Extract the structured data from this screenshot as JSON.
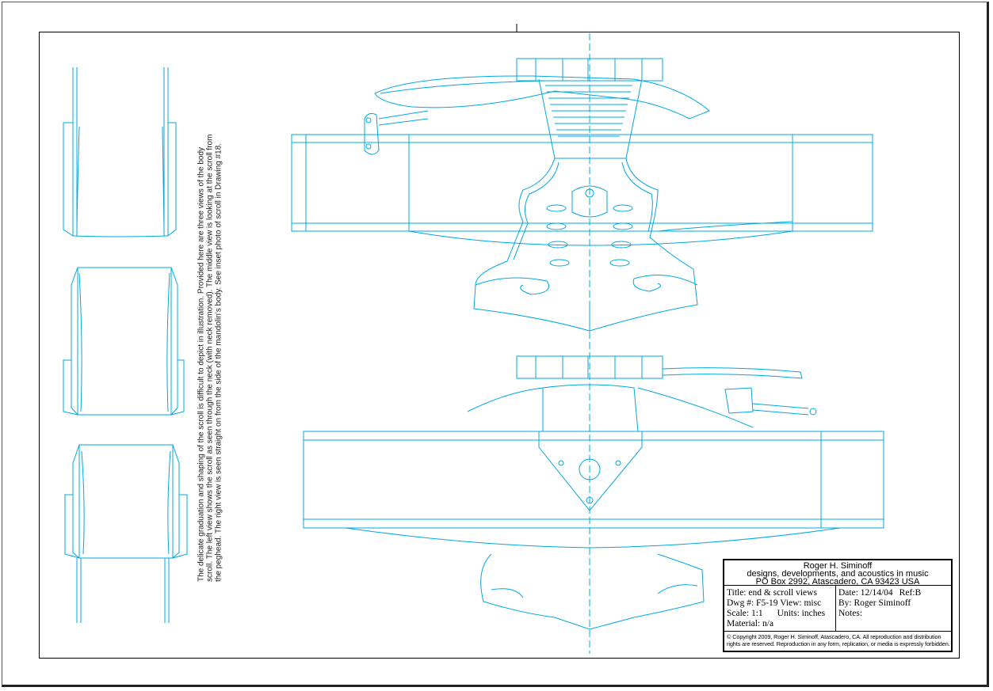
{
  "caption": {
    "lines": [
      "The delicate graduation and shaping of the scroll is difficult to depict in illustration. Provided here are three views of the body",
      "scroll. The left view shows the scroll as seen through the neck (with neck removed). The middle view is looking at the scroll from",
      "the peghead. The right view is seen straight on from the side of the mandolin's body. See inset photo of scroll in  Drawing #18."
    ]
  },
  "title_block": {
    "header": {
      "name": "Roger H. Siminoff",
      "tagline": "designs, developments, and acoustics in music",
      "address": "PO Box 2992, Atascadero, CA 93423 USA"
    },
    "title": "Title:  end & scroll views",
    "dwg": "Dwg #:  F5-19",
    "view": "View:  misc",
    "scale": "Scale:  1:1",
    "units": "Units:  inches",
    "material": "Material:  n/a",
    "date": "Date:  12/14/04",
    "ref": "Ref:B",
    "by": "By:  Roger Siminoff",
    "notes": "Notes:",
    "copyright": [
      "© Copyright 2009, Roger H. Siminoff, Atascadero, CA. All reproduction and distribution",
      "rights are reserved. Reproduction in any form, replication, or media is expressly forbidden."
    ]
  },
  "colors": {
    "line": "#00a8e0",
    "border": "#000000",
    "centerline": "#00a8e0"
  }
}
